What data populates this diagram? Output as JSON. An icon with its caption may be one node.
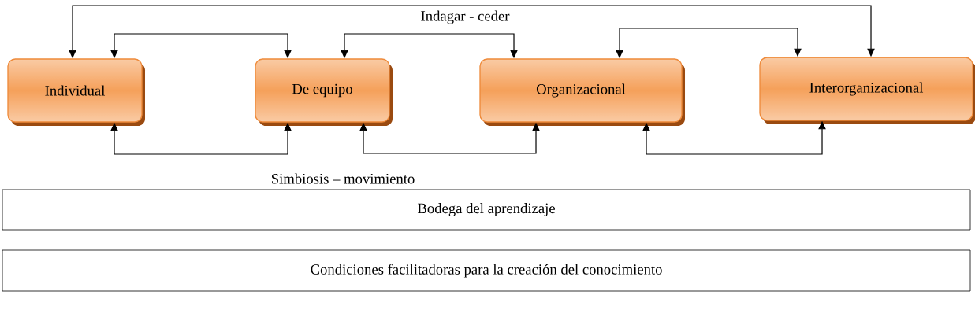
{
  "diagram": {
    "nodes": [
      {
        "text": [
          "Individual"
        ]
      },
      {
        "text": [
          "De equipo"
        ]
      },
      {
        "text": [
          "Organizacional"
        ]
      },
      {
        "text": [
          "Interorganizacional"
        ]
      },
      {
        "text": [
          "Bodega del aprendizaje"
        ]
      },
      {
        "text": [
          "Condiciones facilitadoras para la creación del conocimiento"
        ]
      }
    ],
    "edges": [
      {
        "from": 0,
        "to": 3,
        "arrow": "both"
      },
      {
        "from": 0,
        "to": 1,
        "arrow": "both"
      },
      {
        "from": 1,
        "to": 2,
        "arrow": "both"
      },
      {
        "from": 2,
        "to": 3,
        "arrow": "both"
      },
      {
        "from": 0,
        "to": 1,
        "arrow": "both"
      },
      {
        "from": 1,
        "to": 2,
        "arrow": "both"
      },
      {
        "from": 2,
        "to": 3,
        "arrow": "both"
      }
    ],
    "labels": [
      "Indagar - ceder",
      "Simbiosis – movimiento"
    ]
  }
}
